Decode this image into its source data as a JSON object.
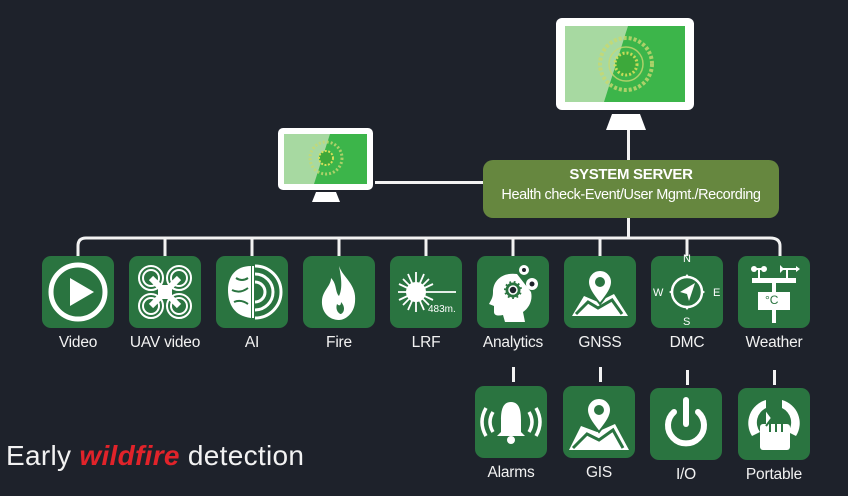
{
  "server": {
    "title": "SYSTEM SERVER",
    "subtitle": "Health check-Event/User Mgmt./Recording"
  },
  "modules_top": [
    {
      "label": "Video",
      "icon": "play-icon"
    },
    {
      "label": "UAV video",
      "icon": "drone-icon"
    },
    {
      "label": "AI",
      "icon": "brain-icon"
    },
    {
      "label": "Fire",
      "icon": "flame-icon"
    },
    {
      "label": "LRF",
      "icon": "laser-rangefinder-icon",
      "reading": "483m."
    },
    {
      "label": "Analytics",
      "icon": "head-gears-icon"
    },
    {
      "label": "GNSS",
      "icon": "map-pin-icon"
    },
    {
      "label": "DMC",
      "icon": "compass-icon",
      "directions": [
        "N",
        "E",
        "S",
        "W"
      ]
    },
    {
      "label": "Weather",
      "icon": "weather-station-icon",
      "unit": "°C"
    }
  ],
  "modules_bottom": [
    {
      "label": "Alarms",
      "icon": "alarm-bell-icon"
    },
    {
      "label": "GIS",
      "icon": "gis-map-icon"
    },
    {
      "label": "I/O",
      "icon": "power-icon"
    },
    {
      "label": "Portable",
      "icon": "portable-hand-icon"
    }
  ],
  "tagline": {
    "before": "Early ",
    "highlight": "wildfire",
    "after": " detection"
  },
  "colors": {
    "background": "#1e222b",
    "tile": "#2a7440",
    "server": "#66873f",
    "highlight": "#e1232a"
  }
}
